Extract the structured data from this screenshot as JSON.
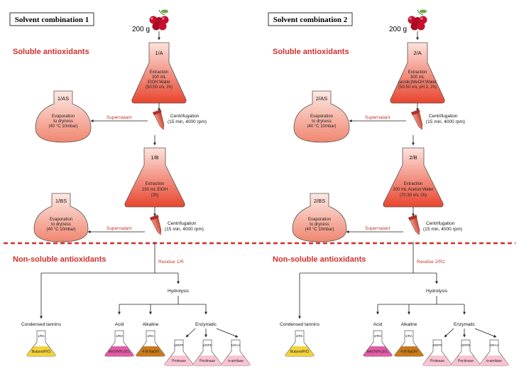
{
  "combos": [
    {
      "title": "Solvent combination 1",
      "grams": "200 g",
      "soluble_heading": "Soluble antioxidants",
      "nonsoluble_heading": "Non-soluble antioxidants",
      "flask_A": {
        "label": "1/A",
        "lines": [
          "Extraction",
          "300 mL",
          "EtOH:Water",
          "(50:50 v/v, 2h)"
        ]
      },
      "flask_AS": {
        "label": "1/AS",
        "lines": [
          "Evaporation",
          "to dryness",
          "(40 °C 10mbar)"
        ]
      },
      "flask_B": {
        "label": "1/B",
        "lines": [
          "Extraction",
          "150 mL EtOH",
          "(2h)"
        ]
      },
      "flask_BS": {
        "label": "1/BS",
        "lines": [
          "Evaporation",
          "to dryness",
          "(40 °C 10mbar)"
        ]
      },
      "centrifugation_1": [
        "Centrifugation",
        "(15 min, 4000 rpm)"
      ],
      "centrifugation_2": [
        "Centrifugation",
        "(15 min, 4000 rpm)"
      ],
      "supernatant_1": "Supernatant",
      "supernatant_2": "Supernatant",
      "residue": "Residue 1/R",
      "hydrolysis": "Hydrolysis",
      "condensed": "Condensed tannins",
      "acid": "Acid",
      "alkaline": "Alkaline",
      "enzymatic": "Enzymatic",
      "small_flasks": [
        {
          "neck": "1/RC",
          "body": "Butanol/HCl",
          "color": "#f2d23c"
        },
        {
          "neck": "1/RH",
          "body": "MeOH/H₂SO₄",
          "color": "#e35ba6"
        },
        {
          "neck": "1/RA",
          "body": "4 M NaOH",
          "color": "#c97a1a"
        },
        {
          "neck": "1/RPR",
          "body": "Protease",
          "color": "#f9c3d3"
        },
        {
          "neck": "1/RPE",
          "body": "Pectinase",
          "color": "#f9c3d3"
        },
        {
          "neck": "1/RAA",
          "body": "α-amilase",
          "color": "#f9c3d3"
        }
      ]
    },
    {
      "title": "Solvent combination 2",
      "grams": "200 g",
      "soluble_heading": "Soluble antioxidants",
      "nonsoluble_heading": "Non-soluble antioxidants",
      "flask_A": {
        "label": "2/A",
        "lines": [
          "Extraction",
          "300 mL",
          "(acidic)MeOH:Water",
          "(50:50 v/v, pH 2, 2h)"
        ]
      },
      "flask_AS": {
        "label": "2/AS",
        "lines": [
          "Evaporation",
          "to dryness",
          "(40 °C 10mbar)"
        ]
      },
      "flask_B": {
        "label": "2/B",
        "lines": [
          "Extraction",
          "300 mL Aceton:Water",
          "(70:30 v/v, 2h)"
        ]
      },
      "flask_BS": {
        "label": "2/BS",
        "lines": [
          "Evaporation",
          "to dryness",
          "(40 °C 10mbar)"
        ]
      },
      "centrifugation_1": [
        "Centrifugation",
        "(15 min, 4000 rpm)"
      ],
      "centrifugation_2": [
        "Centrifugation",
        "(15 min, 4000 rpm)"
      ],
      "supernatant_1": "Supernatant",
      "supernatant_2": "Supernatant",
      "residue": "Residue 2/R2",
      "hydrolysis": "Hydrolysis",
      "condensed": "Condensed tannins",
      "acid": "Acid",
      "alkaline": "Alkaline",
      "enzymatic": "Enzymatic",
      "small_flasks": [
        {
          "neck": "2/RC",
          "body": "Butanol/HCl",
          "color": "#f2d23c"
        },
        {
          "neck": "2/RH",
          "body": "MeOH/H₂SO₄",
          "color": "#e35ba6"
        },
        {
          "neck": "2/RA",
          "body": "4 M NaOH",
          "color": "#c97a1a"
        },
        {
          "neck": "2/RPR",
          "body": "Protease",
          "color": "#f9c3d3"
        },
        {
          "neck": "2/RPE",
          "body": "Pectinase",
          "color": "#f9c3d3"
        },
        {
          "neck": "2/RAA",
          "body": "α-amilase",
          "color": "#f9c3d3"
        }
      ]
    }
  ],
  "colors": {
    "extraction_top": "#fde3dc",
    "extraction_bottom": "#e8452f",
    "evaporation_top": "#fde9e4",
    "evaporation_bottom": "#f08670",
    "divider": "#d32f2f",
    "cherry": "#c8102e"
  }
}
